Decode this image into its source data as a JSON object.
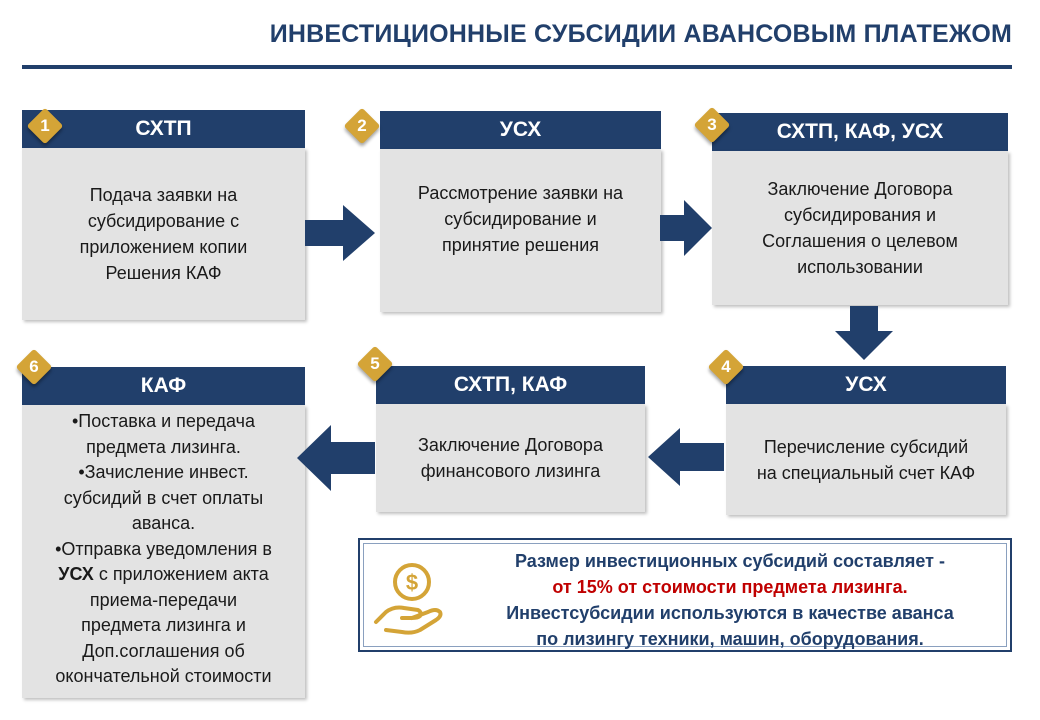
{
  "title": "ИНВЕСТИЦИОННЫЕ СУБСИДИИ АВАНСОВЫМ ПЛАТЕЖОМ",
  "colors": {
    "navy": "#213f6b",
    "gold": "#d4a437",
    "box": "#e3e3e3",
    "accent_red": "#c00000"
  },
  "steps": [
    {
      "num": "1",
      "head": "СХТП",
      "lines": [
        "Подача заявки на",
        "субсидирование с",
        "приложением копии",
        "Решения КАФ"
      ]
    },
    {
      "num": "2",
      "head": "УСХ",
      "lines": [
        "Рассмотрение заявки на",
        "субсидирование и",
        "принятие решения"
      ]
    },
    {
      "num": "3",
      "head": "СХТП, КАФ, УСХ",
      "lines": [
        "Заключение Договора",
        "субсидирования и",
        "Соглашения о целевом",
        "использовании"
      ]
    },
    {
      "num": "4",
      "head": "УСХ",
      "lines": [
        "Перечисление субсидий",
        "на специальный счет КАФ"
      ]
    },
    {
      "num": "5",
      "head": "СХТП, КАФ",
      "lines": [
        "Заключение Договора",
        "финансового лизинга"
      ]
    },
    {
      "num": "6",
      "head": "КАФ",
      "items": [
        [
          "•Поставка и передача",
          "предмета лизинга."
        ],
        [
          "•Зачисление инвест.",
          "субсидий в счет оплаты",
          "аванса."
        ],
        [
          "•Отправка уведомления в",
          "с приложением акта",
          "приема-передачи",
          "предмета лизинга и",
          "Доп.соглашения об",
          "окончательной стоимости"
        ]
      ],
      "bold_word": "УСХ"
    }
  ],
  "info": {
    "line1": "Размер инвестиционных субсидий составляет -",
    "line2": "от 15% от стоимости предмета лизинга.",
    "line3": "Инвестсубсидии используются в качестве аванса",
    "line4": "по лизингу техники, машин, оборудования.",
    "icon": "hand-coin-icon"
  }
}
